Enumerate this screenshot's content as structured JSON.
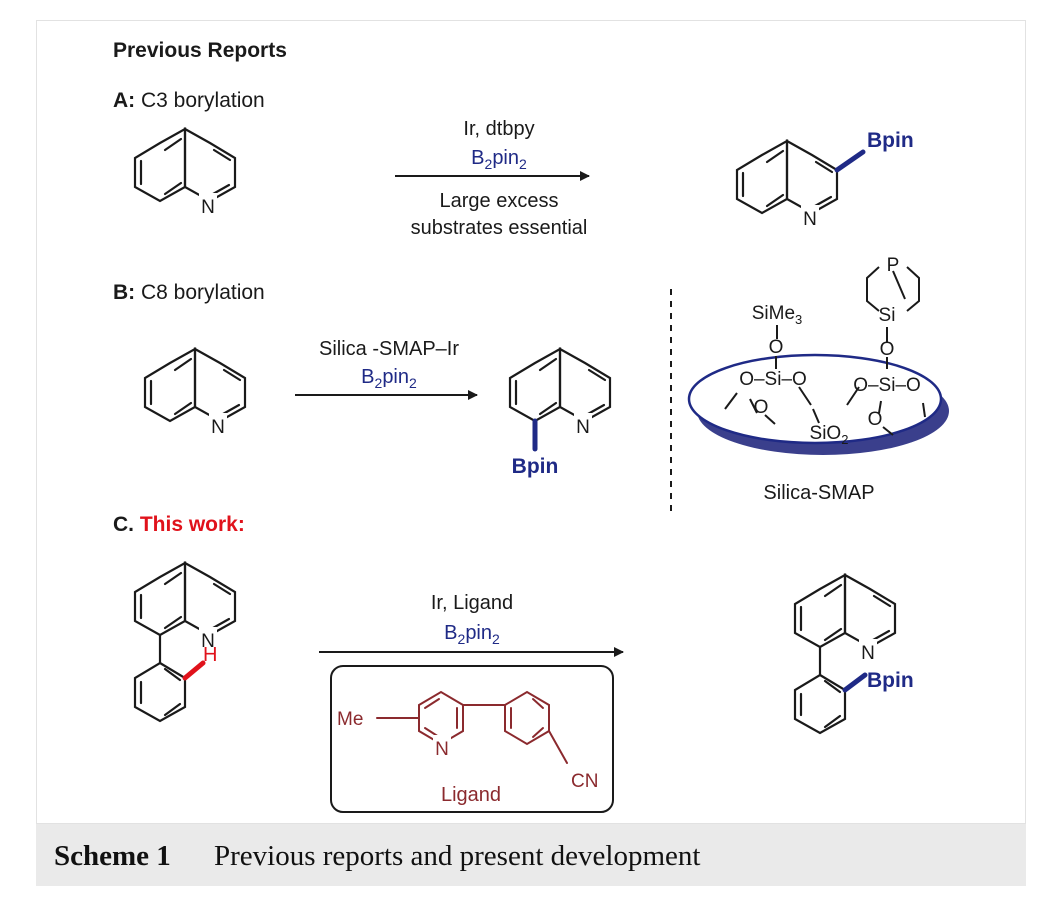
{
  "header": {
    "title": "Previous Reports"
  },
  "section_a": {
    "letter": "A:",
    "title": " C3 borylation",
    "reagent_top": "Ir, dtbpy",
    "reagent_b": "B",
    "reagent_2a": "2",
    "reagent_pin": "pin",
    "reagent_2b": "2",
    "note_line1": "Large excess",
    "note_line2": "substrates essential",
    "product_group": "Bpin",
    "atom_n_start": "N",
    "atom_n_product": "N"
  },
  "section_b": {
    "letter": "B:",
    "title": " C8 borylation",
    "reagent_top": "Silica -SMAP–Ir",
    "reagent_b": "B",
    "reagent_2a": "2",
    "reagent_pin": "pin",
    "reagent_2b": "2",
    "product_group": "Bpin",
    "atom_n_start": "N",
    "atom_n_product": "N",
    "silica_label": "Silica-SMAP",
    "sime3_si": "SiMe",
    "sime3_sub": "3",
    "phos_p": "P",
    "phos_si": "Si",
    "o_top_left": "O",
    "o_top_right": "O",
    "left_cluster": "O–Si–O",
    "right_cluster": "O–Si–O",
    "o_left_down": "O",
    "o_right_down": "O",
    "sio2_main": "SiO",
    "sio2_sub": "2"
  },
  "section_c": {
    "letter": "C.",
    "title": " This work:",
    "reagent_top": "Ir, Ligand",
    "reagent_b": "B",
    "reagent_2a": "2",
    "reagent_pin": "pin",
    "reagent_2b": "2",
    "atom_h": "H",
    "atom_n_start": "N",
    "atom_n_product": "N",
    "product_group": "Bpin",
    "ligand_me": "Me",
    "ligand_n": "N",
    "ligand_cn": "CN",
    "ligand_label": "Ligand"
  },
  "caption": {
    "label": "Scheme 1",
    "text": "Previous reports and present development"
  },
  "colors": {
    "blue": "#1f2a86",
    "red": "#e0121b",
    "maroon": "#8b2a2e",
    "ink": "#1a1a1a",
    "caption_bg": "#eaeaea"
  }
}
